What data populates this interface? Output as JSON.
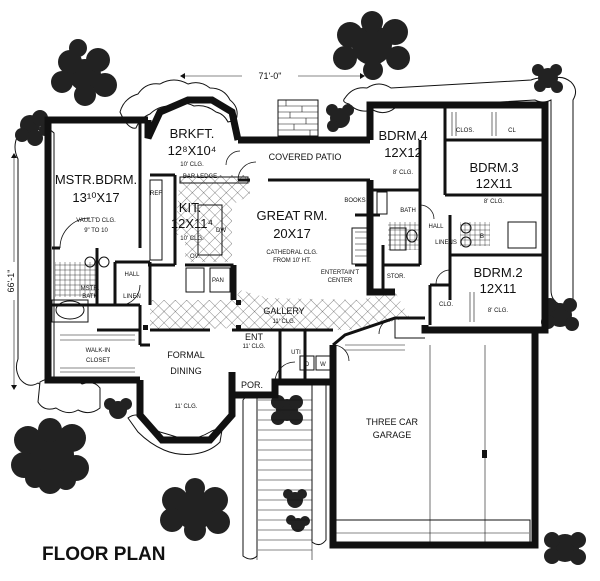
{
  "title": "FLOOR PLAN",
  "dimensions": {
    "width": "71'-0\"",
    "depth": "66'-1\""
  },
  "rooms": {
    "master_bedroom": {
      "name": "MSTR.BDRM.",
      "size": "13¹⁰X17",
      "note1": "VAULT'D CLG.",
      "note2": "9\" TO 10"
    },
    "breakfast": {
      "name": "BRKFT.",
      "size": "12⁸X10⁴",
      "note": "10' CLG."
    },
    "kitchen": {
      "name": "KIT.",
      "size": "12X11⁴",
      "note": "10' CLG."
    },
    "great_room": {
      "name": "GREAT RM.",
      "size": "20X17",
      "note1": "CATHEDRAL CLG.",
      "note2": "FROM 10' HT."
    },
    "covered_patio": {
      "name": "COVERED PATIO"
    },
    "bedroom4": {
      "name": "BDRM.4",
      "size": "12X12",
      "note": "8' CLG."
    },
    "bedroom3": {
      "name": "BDRM.3",
      "size": "12X11",
      "note": "8' CLG."
    },
    "bedroom2": {
      "name": "BDRM.2",
      "size": "12X11",
      "note": "8' CLG."
    },
    "formal_dining": {
      "name1": "FORMAL",
      "name2": "DINING",
      "note": "11' CLG."
    },
    "garage": {
      "name1": "THREE CAR",
      "name2": "GARAGE"
    },
    "gallery": {
      "name": "GALLERY",
      "note": "11' CLG."
    },
    "entry": {
      "name": "ENT",
      "note": "11' CLG."
    },
    "porch": {
      "name": "POR."
    },
    "utility": {
      "name": "UTI",
      "d": "D",
      "w": "W"
    },
    "master_bath": {
      "name1": "MSTR.",
      "name2": "BATH"
    },
    "walk_in_closet": {
      "name1": "WALK-IN",
      "name2": "CLOSET"
    }
  },
  "labels": {
    "hall_master": "HALL",
    "hall_bedrooms": "HALL",
    "linen_master": "LINEN",
    "linens": "LINENS",
    "bath": "BATH",
    "b": "B",
    "clos": "CLOS.",
    "cl": "CL",
    "clo": "CLO.",
    "stor": "STOR.",
    "books": "BOOKS",
    "bar_ledge": "BAR LEDGE",
    "entertainment_center1": "ENTERTAIN'T",
    "entertainment_center2": "CENTER",
    "ref": "REF",
    "dw": "DW",
    "ov": "OV.",
    "pantry": "PAN"
  }
}
